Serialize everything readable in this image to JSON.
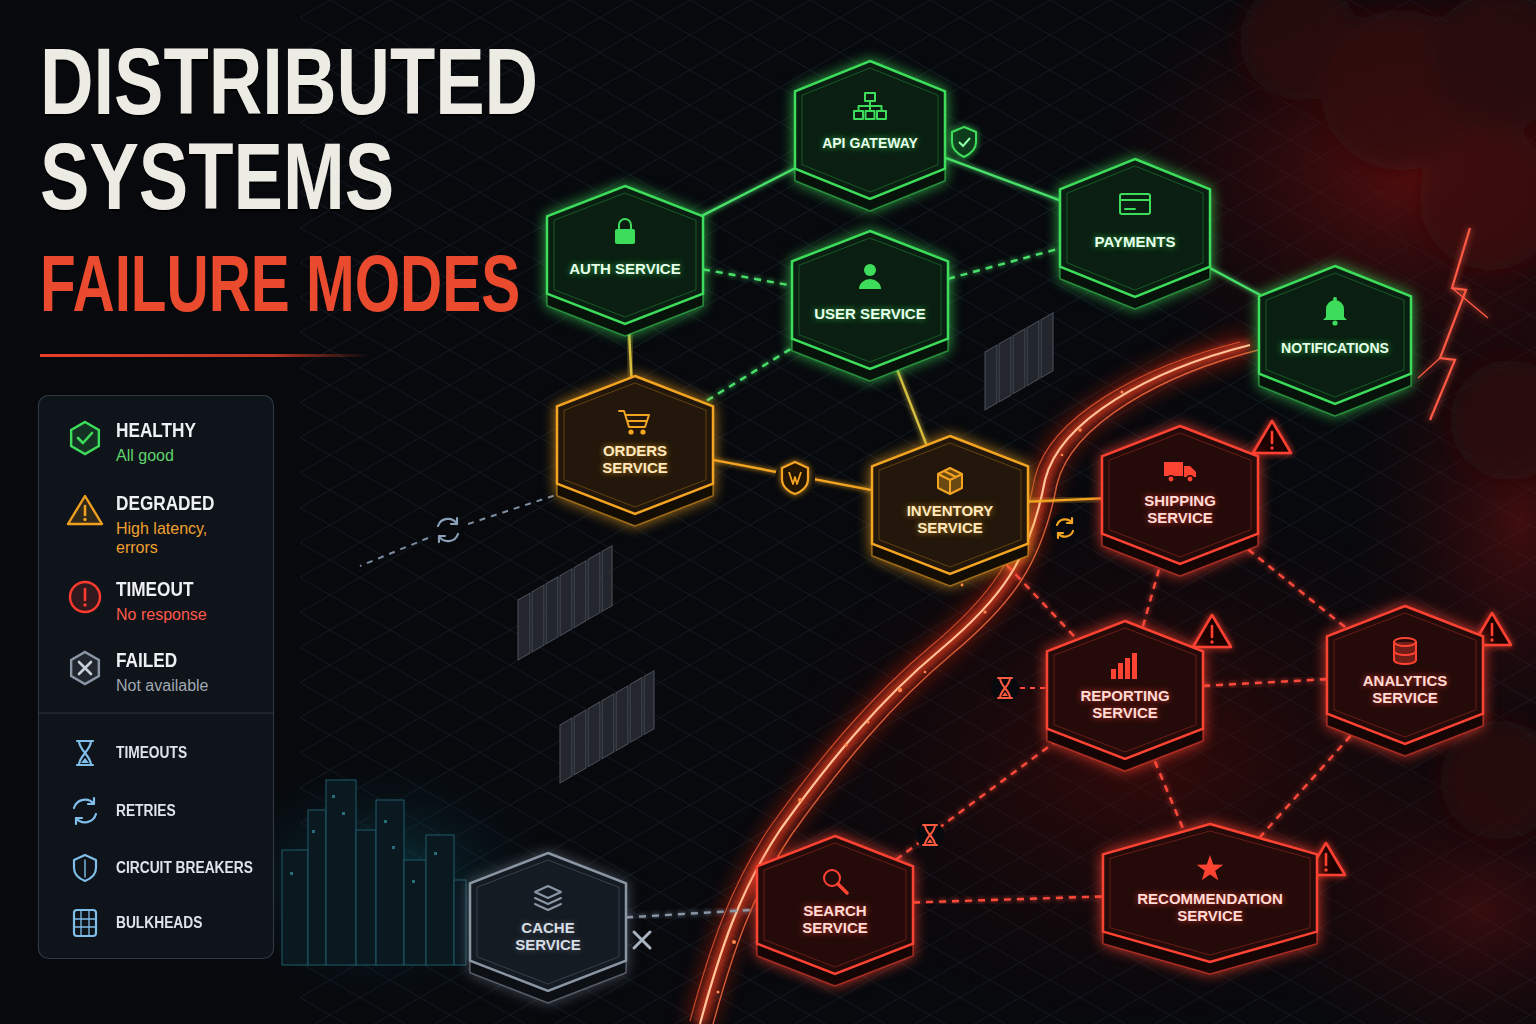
{
  "diagram": {
    "title": "DISTRIBUTED SYSTEMS",
    "nodes": [
      {
        "text": [
          "API GATEWAY"
        ]
      },
      {
        "text": [
          "AUTH SERVICE"
        ]
      },
      {
        "text": [
          "USER SERVICE"
        ]
      },
      {
        "text": [
          "PAYMENTS"
        ]
      },
      {
        "text": [
          "NOTIFICATIONS"
        ]
      },
      {
        "text": [
          "ORDERS SERVICE"
        ]
      },
      {
        "text": [
          "INVENTORY SERVICE"
        ]
      },
      {
        "text": [
          "SHIPPING SERVICE"
        ]
      },
      {
        "text": [
          "REPORTING SERVICE"
        ]
      },
      {
        "text": [
          "ANALYTICS SERVICE"
        ]
      },
      {
        "text": [
          "CACHE SERVICE"
        ]
      },
      {
        "text": [
          "SEARCH SERVICE"
        ]
      },
      {
        "text": [
          "RECOMMENDATION SERVICE"
        ]
      }
    ],
    "edges": [
      {
        "from": 0,
        "to": 1,
        "arrow": "none"
      },
      {
        "from": 0,
        "to": 2,
        "arrow": "none"
      },
      {
        "from": 0,
        "to": 3,
        "arrow": "none"
      },
      {
        "from": 3,
        "to": 4,
        "arrow": "none"
      },
      {
        "from": 1,
        "to": 2,
        "arrow": "none"
      },
      {
        "from": 2,
        "to": 3,
        "arrow": "none"
      },
      {
        "from": 1,
        "to": 5,
        "arrow": "none"
      },
      {
        "from": 2,
        "to": 5,
        "arrow": "none"
      },
      {
        "from": 2,
        "to": 6,
        "arrow": "none"
      },
      {
        "from": 5,
        "to": 6,
        "arrow": "none"
      },
      {
        "from": 6,
        "to": 7,
        "arrow": "none"
      },
      {
        "from": 6,
        "to": 8,
        "arrow": "none"
      },
      {
        "from": 7,
        "to": 8,
        "arrow": "none"
      },
      {
        "from": 7,
        "to": 9,
        "arrow": "none"
      },
      {
        "from": 8,
        "to": 9,
        "arrow": "none"
      },
      {
        "from": 8,
        "to": 12,
        "arrow": "none"
      },
      {
        "from": 9,
        "to": 12,
        "arrow": "none"
      },
      {
        "from": 11,
        "to": 8,
        "arrow": "none"
      },
      {
        "from": 11,
        "to": 12,
        "arrow": "none"
      },
      {
        "from": 10,
        "to": 11,
        "arrow": "none"
      }
    ],
    "labels": [
      "FAILURE MODES",
      "All good",
      "High latency, errors",
      "No response",
      "Not available"
    ],
    "legend": [
      {
        "text": "HEALTHY",
        "color": "#3ddc5a"
      },
      {
        "text": "DEGRADED",
        "color": "#f0a020"
      },
      {
        "text": "TIMEOUT",
        "color": "#ff3b30"
      },
      {
        "text": "FAILED",
        "color": "#8a96a6"
      },
      {
        "text": "TIMEOUTS"
      },
      {
        "text": "RETRIES"
      },
      {
        "text": "CIRCUIT BREAKERS"
      },
      {
        "text": "BULKHEADS"
      }
    ]
  }
}
